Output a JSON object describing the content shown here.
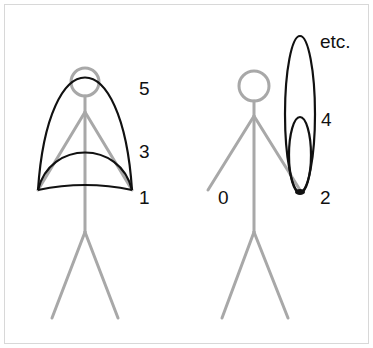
{
  "diagram": {
    "labels": [
      "5",
      "3",
      "1",
      "0",
      "2",
      "4",
      "etc."
    ]
  }
}
